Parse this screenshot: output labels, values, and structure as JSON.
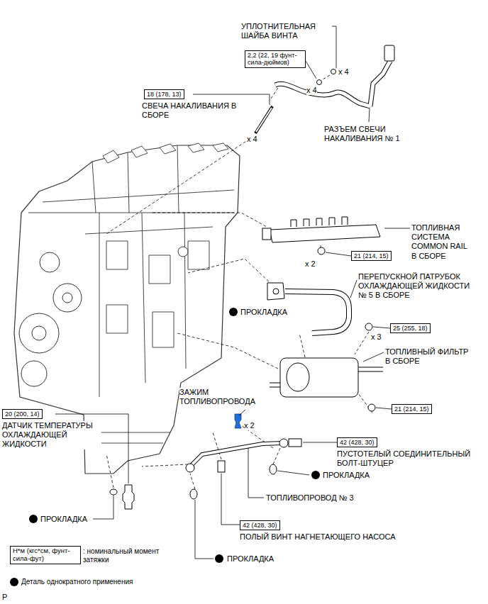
{
  "diagram": {
    "nodes": [
      {
        "text": [
          "2,2 (22, 19 фунт-сила-дюймов)"
        ]
      },
      {
        "text": [
          "18 (178, 13)"
        ]
      },
      {
        "text": [
          "21 (214, 15)"
        ]
      },
      {
        "text": [
          "25 (255, 18)"
        ]
      },
      {
        "text": [
          "21 (214, 15)"
        ]
      },
      {
        "text": [
          "20 (200, 14)"
        ]
      },
      {
        "text": [
          "42 (428, 30)"
        ]
      },
      {
        "text": [
          "42 (428, 30)"
        ]
      },
      {
        "text": [
          "Н*м (кгс*см, фунт-сила-фут)"
        ]
      }
    ],
    "labels": [
      "УПЛОТНИТЕЛЬНАЯ ШАЙБА ВИНТА",
      "x 4",
      "x 4",
      "СВЕЧА НАКАЛИВАНИЯ В СБОРЕ",
      "x 4",
      "РАЗЪЕМ СВЕЧИ НАКАЛИВАНИЯ № 1",
      "ТОПЛИВНАЯ СИСТЕМА COMMON RAIL В СБОРЕ",
      "x 2",
      "ПЕРЕПУСКНОЙ ПАТРУБОК ОХЛАЖДАЮЩЕЙ ЖИДКОСТИ № 5 В СБОРЕ",
      "ПРОКЛАДКА",
      "x 3",
      "ТОПЛИВНЫЙ ФИЛЬТР В СБОРЕ",
      "ЗАЖИМ ТОПЛИВОПРОВОДА",
      "x 2",
      "ДАТЧИК ТЕМПЕРАТУРЫ ОХЛАЖДАЮЩЕЙ ЖИДКОСТИ",
      "ПУСТОТЕЛЫЙ СОЕДИНИТЕЛЬНЫЙ БОЛТ-ШТУЦЕР",
      "ПРОКЛАДКА",
      "ТОПЛИВОПРОВОД № 3",
      "ПРОКЛАДКА",
      "ПОЛЫЙ ВИНТ НАГНЕТАЮЩЕГО НАСОСА",
      "ПРОКЛАДКА",
      "P"
    ],
    "legend": [
      {
        "text": ": номинальный момент затяжки"
      },
      {
        "text": "Деталь однократного применения"
      }
    ]
  }
}
